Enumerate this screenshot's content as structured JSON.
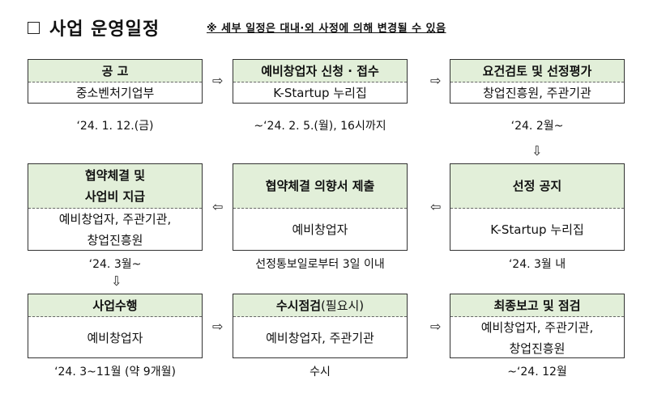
{
  "title": {
    "heading": "사업 운영일정",
    "note": "※ 세부 일정은 대내·외 사정에 의해 변경될 수 있음"
  },
  "steps": [
    {
      "head": "공 고",
      "body": [
        "중소벤처기업부"
      ],
      "date": "‘24. 1. 12.(금)"
    },
    {
      "head": "예비창업자 신청 · 접수",
      "body": [
        "K-Startup 누리집"
      ],
      "date": "~‘24. 2. 5.(월), 16시까지"
    },
    {
      "head": "요건검토 및 선정평가",
      "body": [
        "창업진흥원, 주관기관"
      ],
      "date": "‘24. 2월~"
    },
    {
      "head": "선정 공지",
      "body": [
        "K-Startup 누리집"
      ],
      "date": "‘24. 3월 내"
    },
    {
      "head": "협약체결 의향서 제출",
      "body": [
        "예비창업자"
      ],
      "date": "선정통보일로부터 3일 이내"
    },
    {
      "head_lines": [
        "협약체결 및",
        "사업비 지급"
      ],
      "body": [
        "예비창업자, 주관기관,",
        "창업진흥원"
      ],
      "date": "‘24. 3월~"
    },
    {
      "head": "사업수행",
      "body": [
        "예비창업자"
      ],
      "date": "‘24. 3~11월 (약 9개월)"
    },
    {
      "head": "수시점검",
      "head_extra": " (필요시)",
      "body": [
        "예비창업자, 주관기관"
      ],
      "date": "수시"
    },
    {
      "head": "최종보고 및 점검",
      "body": [
        "예비창업자, 주관기관,",
        "창업진흥원"
      ],
      "date": "~‘24. 12월"
    }
  ],
  "arrows": {
    "right": "⇨",
    "left": "⇦",
    "down": "⇩"
  }
}
